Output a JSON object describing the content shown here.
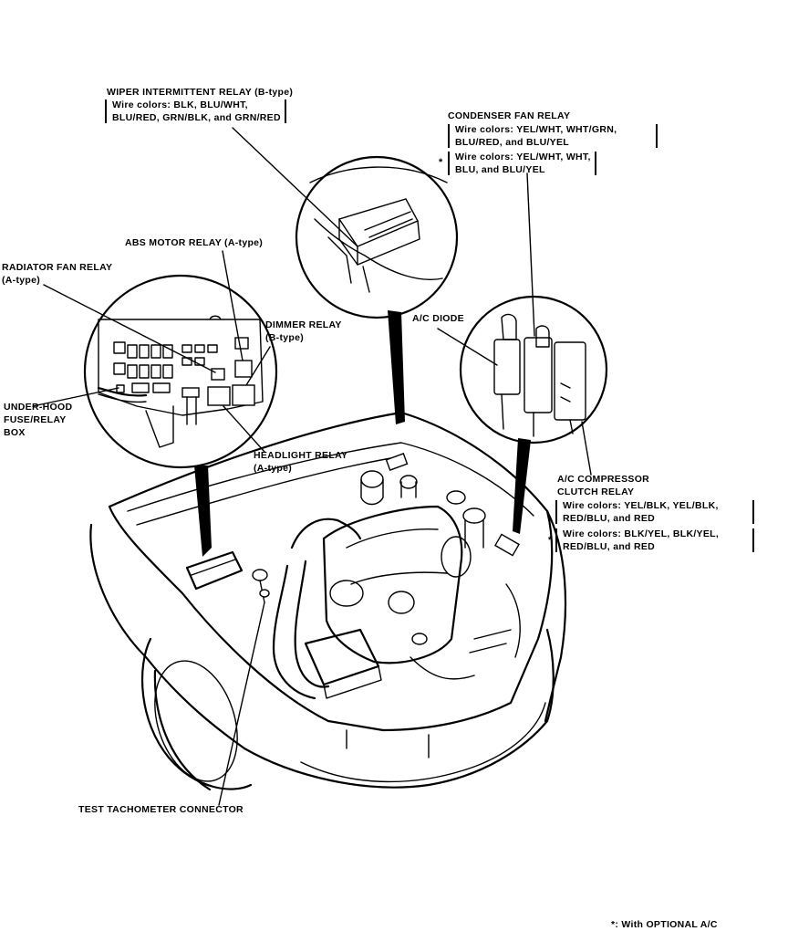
{
  "labels": {
    "wiper_relay": {
      "title": "WIPER INTERMITTENT RELAY (B-type)",
      "colors": [
        "Wire colors: BLK, BLU/WHT,",
        "BLU/RED, GRN/BLK, and GRN/RED"
      ]
    },
    "condenser_fan_relay": {
      "title": "CONDENSER FAN RELAY",
      "colors": [
        "Wire colors: YEL/WHT, WHT/GRN,",
        "BLU/RED, and BLU/YEL"
      ],
      "optional_marker": "*",
      "optional_colors": [
        "Wire colors: YEL/WHT, WHT,",
        "BLU, and BLU/YEL"
      ]
    },
    "abs_motor_relay": "ABS MOTOR RELAY (A-type)",
    "radiator_fan_relay": [
      "RADIATOR FAN RELAY",
      "(A-type)"
    ],
    "ac_diode": "A/C DIODE",
    "dimmer_relay": [
      "DIMMER RELAY",
      "(B-type)"
    ],
    "under_hood_box": [
      "UNDER-HOOD",
      "FUSE/RELAY",
      "BOX"
    ],
    "headlight_relay": [
      "HEADLIGHT RELAY",
      "(A-type)"
    ],
    "ac_compressor_relay": {
      "title": [
        "A/C COMPRESSOR",
        "CLUTCH RELAY"
      ],
      "colors": [
        "Wire colors: YEL/BLK, YEL/BLK,",
        "RED/BLU, and RED"
      ],
      "optional_marker": "*",
      "optional_colors": [
        "Wire colors: BLK/YEL, BLK/YEL,",
        "RED/BLU, and RED"
      ]
    },
    "test_tach": "TEST TACHOMETER CONNECTOR",
    "footnote": "*: With OPTIONAL A/C"
  }
}
